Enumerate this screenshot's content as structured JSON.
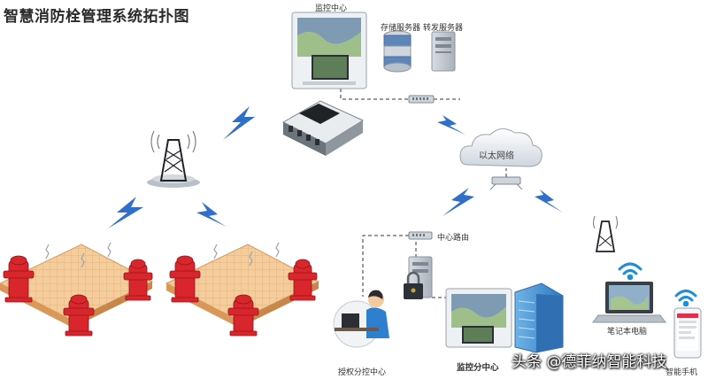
{
  "title": "智慧消防栓管理系统拓扑图",
  "labels": {
    "monitor_center": "监控中心",
    "storage_server": "存储服务器",
    "forward_server": "转发服务器",
    "ethernet": "以太网络",
    "center_router": "中心路由",
    "laptop": "笔记本电脑",
    "auth_center": "授权分控中心",
    "monitor_branch": "监控分中心",
    "smartphone": "智能手机"
  },
  "watermark": "头条 @德菲纳智能科技",
  "colors": {
    "hydrant": "#d9262c",
    "ground_tile": "#f2c996",
    "lightning": "#2f6fc9",
    "wifi": "#1e8fd6",
    "building": "#3d8fd1"
  }
}
